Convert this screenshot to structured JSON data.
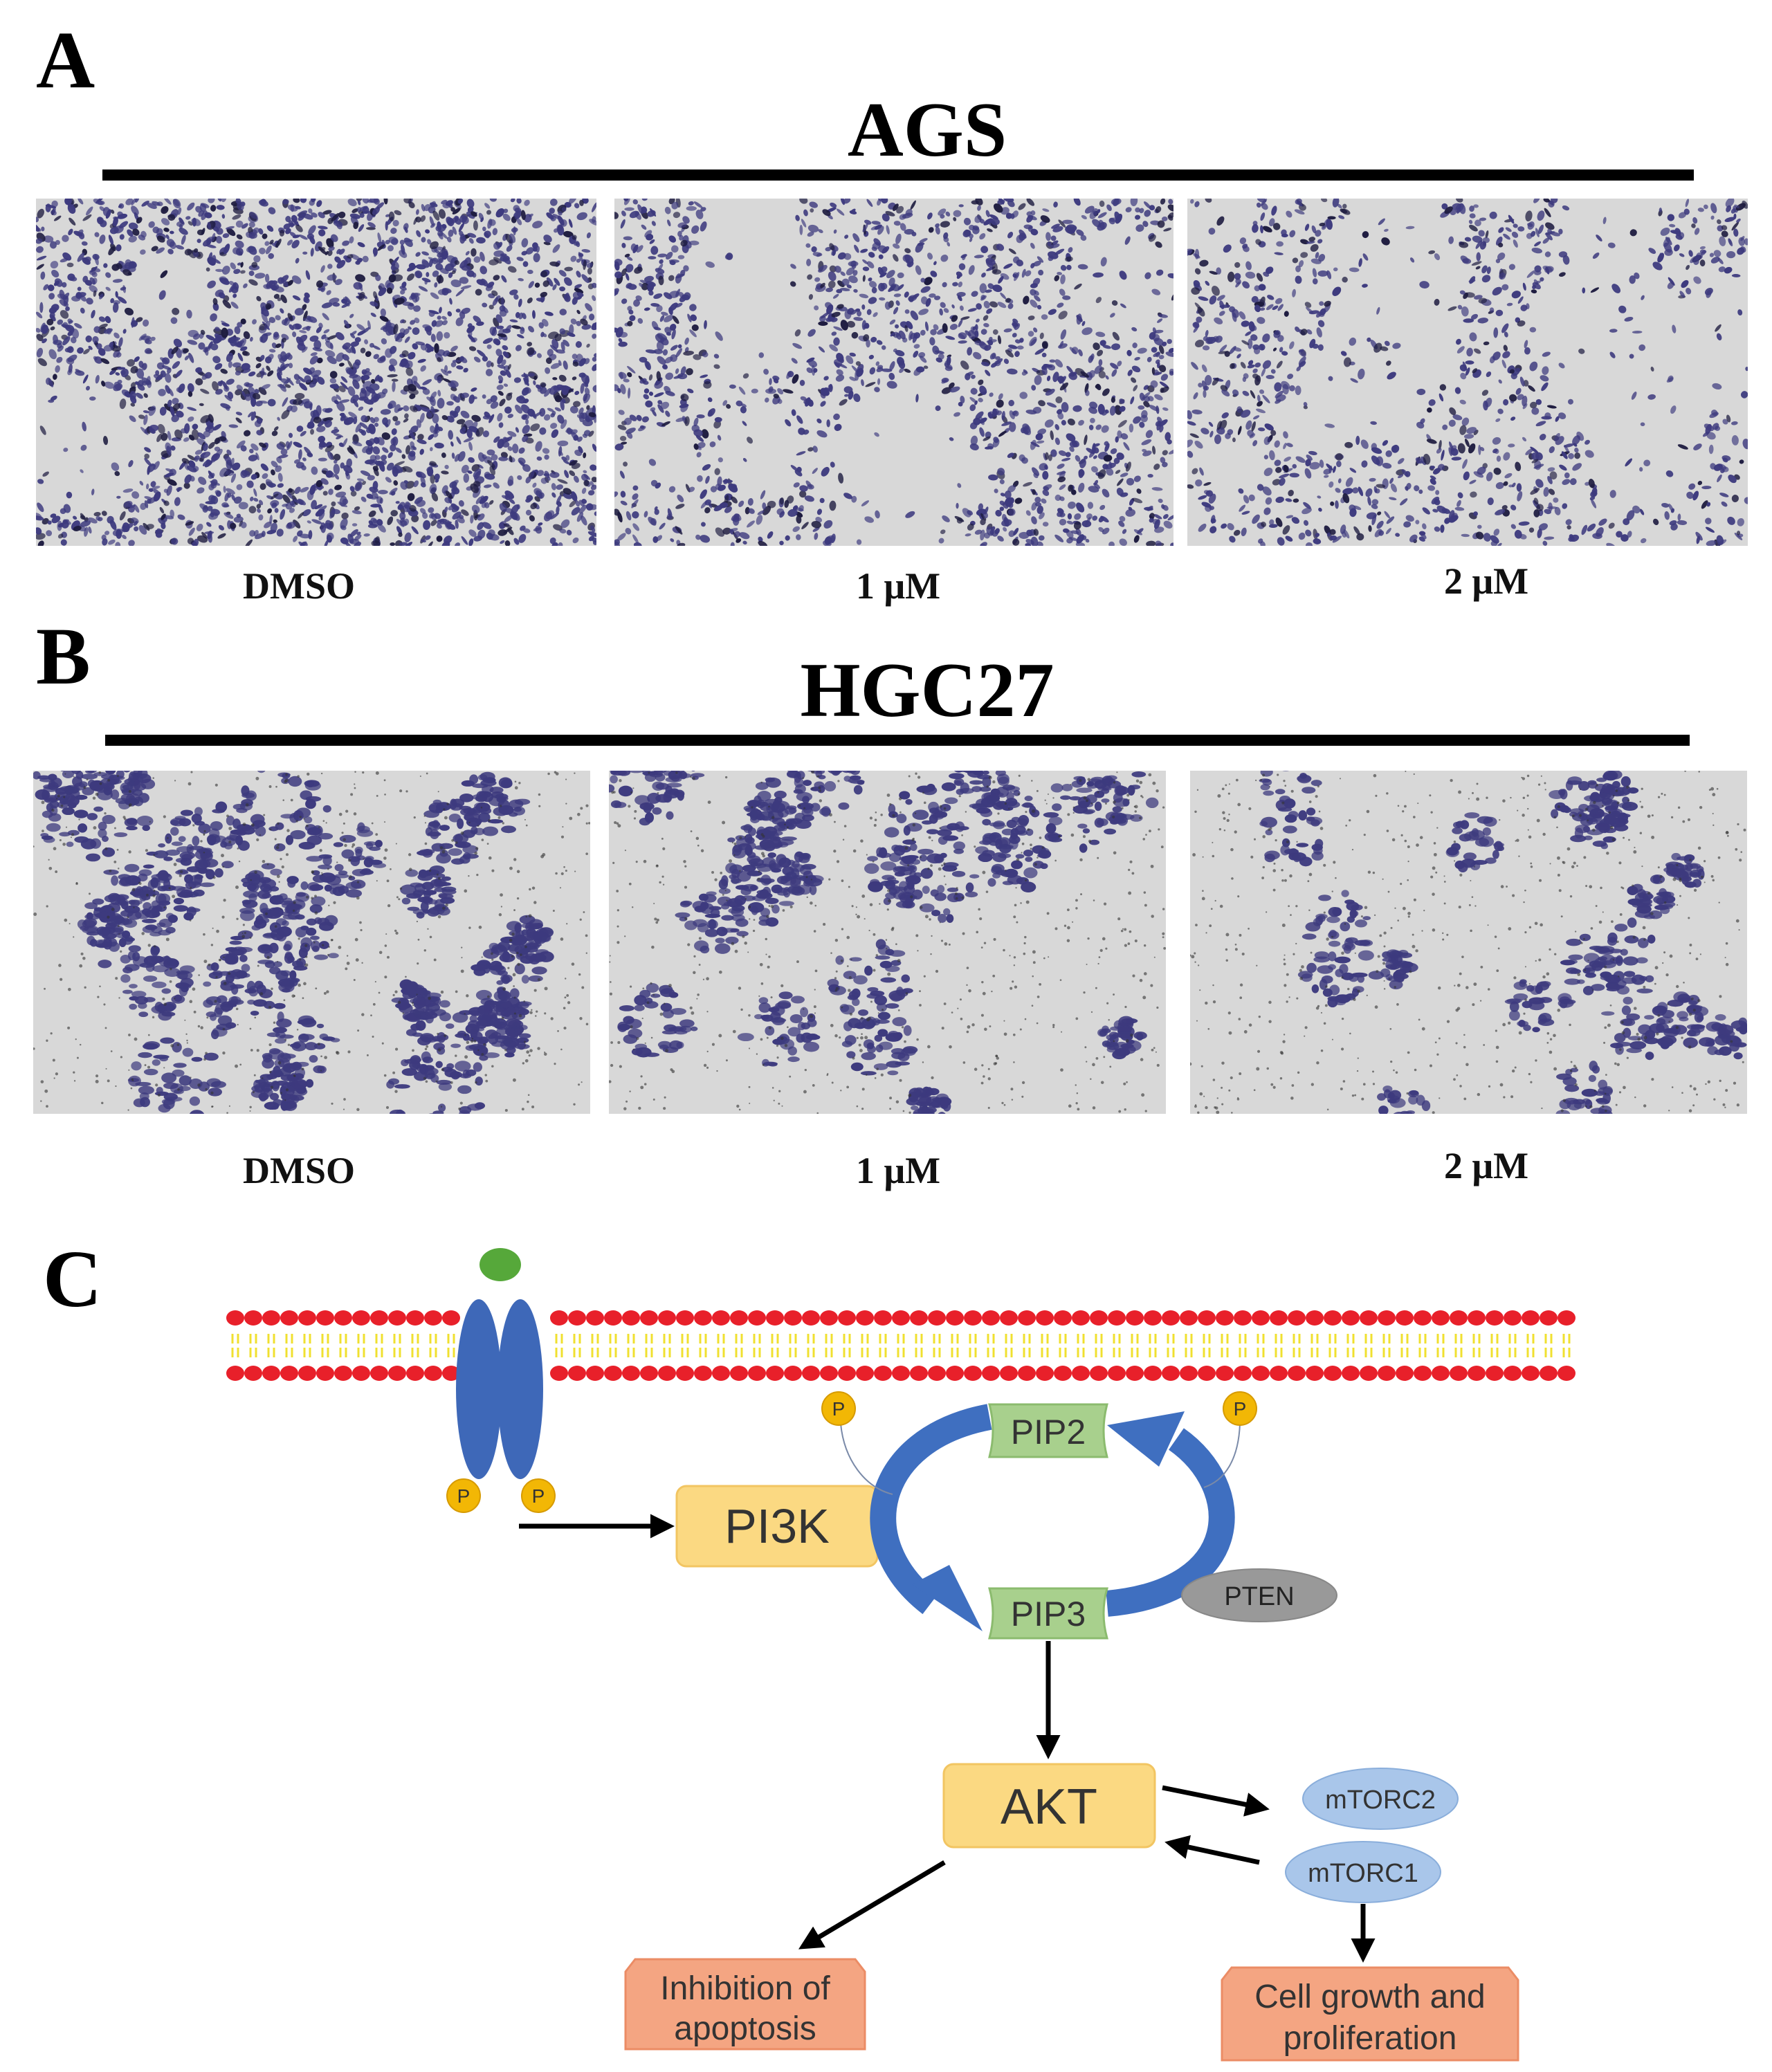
{
  "panels": {
    "A": {
      "letter": "A",
      "cell_line": "AGS",
      "conditions": [
        "DMSO",
        "1 μM",
        "2 μM"
      ]
    },
    "B": {
      "letter": "B",
      "cell_line": "HGC27",
      "conditions": [
        "DMSO",
        "1 μM",
        "2 μM"
      ]
    },
    "C": {
      "letter": "C"
    }
  },
  "pathway": {
    "phospho": "P",
    "pi3k": "PI3K",
    "pip2": "PIP2",
    "pip3": "PIP3",
    "pten": "PTEN",
    "akt": "AKT",
    "mtorc2": "mTORC2",
    "mtorc1": "mTORC1",
    "outcome_apoptosis": [
      "Inhibition of",
      "apoptosis"
    ],
    "outcome_growth": [
      "Cell growth and",
      "proliferation"
    ]
  },
  "colors": {
    "stain": "#3d3a7e",
    "background_field": "#d8d8d8",
    "membrane_head": "#e8202a",
    "membrane_tail": "#f0e030",
    "receptor": "#3e68b8",
    "ligand": "#56a83a",
    "phosphate": "#f2b705",
    "kinase_box": "#fbd982",
    "lipid_box": "#a8d08d",
    "pten": "#999999",
    "mtor": "#a9c6ea",
    "outcome": "#f4a582",
    "cycle_arrow": "#3f6fc0"
  }
}
